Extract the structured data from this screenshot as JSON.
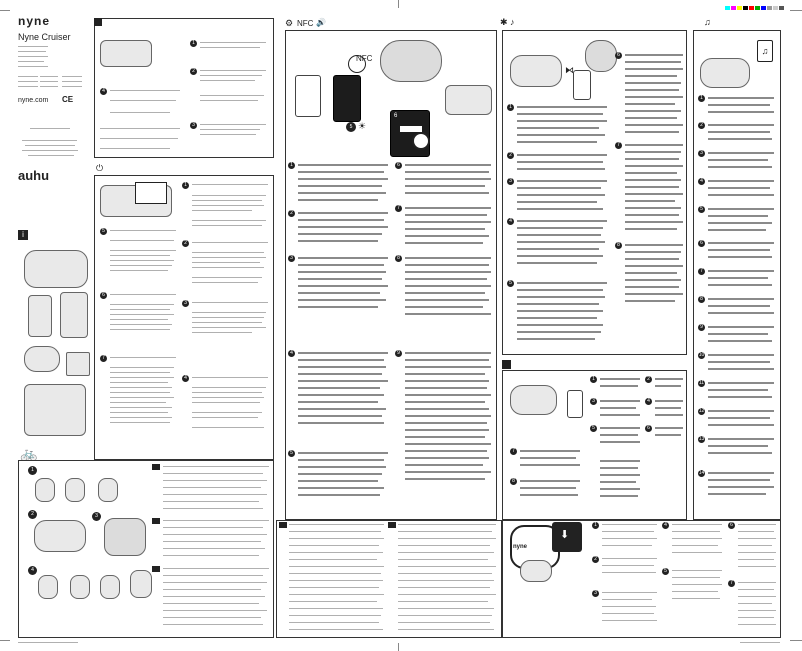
{
  "brand": {
    "logo": "nyne",
    "product_title": "Nyne Cruiser",
    "website": "nyne.com",
    "certification": "CE",
    "retailer_logo": "auhu"
  },
  "header": {
    "icons_label": "NFC",
    "icons": [
      "settings-icon",
      "nfc-icon",
      "sound-icon",
      "bluetooth-icon",
      "music-note-icon"
    ]
  },
  "steps": {
    "step1": "1",
    "step2": "2",
    "step3": "3",
    "step4": "4",
    "step5": "5",
    "step6": "6"
  },
  "nfc_badge": "NFC",
  "panels": [
    "overview",
    "charging",
    "power",
    "bike-mount",
    "pairing",
    "nfc",
    "bluetooth-audio",
    "aux-audio",
    "usb-charging",
    "mount-install",
    "safety"
  ],
  "colors": {
    "ink": "#222222",
    "line_gray": "#8a8a8a",
    "calibration": [
      "#00ffff",
      "#ff00ff",
      "#ffff00",
      "#000000",
      "#ff0000",
      "#00ff00",
      "#0000ff",
      "#808080"
    ]
  }
}
